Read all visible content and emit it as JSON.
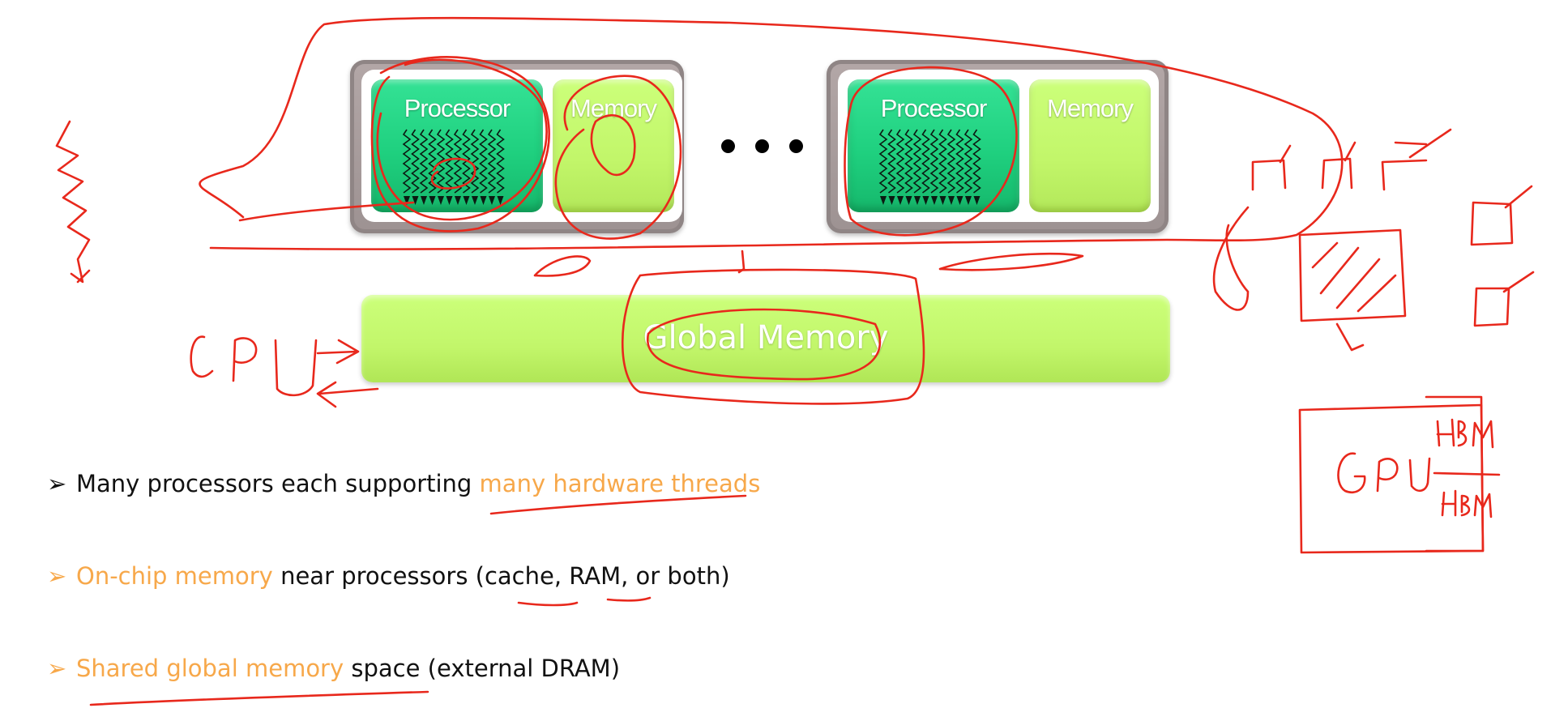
{
  "diagram": {
    "multiprocessors": [
      {
        "processor_label": "Processor",
        "memory_label": "Memory"
      },
      {
        "processor_label": "Processor",
        "memory_label": "Memory"
      }
    ],
    "global_memory_label": "Global Memory",
    "colors": {
      "processor_green": "#22d584",
      "memory_lime": "#c4f76b",
      "frame_gray": "#a89c9c",
      "highlight_orange": "#f7a84a",
      "annotation_red": "#e8281c"
    }
  },
  "bullets": [
    {
      "arrow": "➢",
      "before": "Many processors each supporting ",
      "highlight": "many hardware threads",
      "after": ""
    },
    {
      "arrow": "➢",
      "before": "",
      "highlight": "On-chip memory",
      "after": " near processors  (cache, RAM, or both)"
    },
    {
      "arrow": "➢",
      "before": "",
      "highlight": "Shared global memory",
      "after": " space  (external DRAM)"
    }
  ],
  "annotations": {
    "cpu_text": "CPU",
    "gpu_text": "GPU",
    "hbm_top": "HBM",
    "hbm_bottom": "HBM"
  }
}
